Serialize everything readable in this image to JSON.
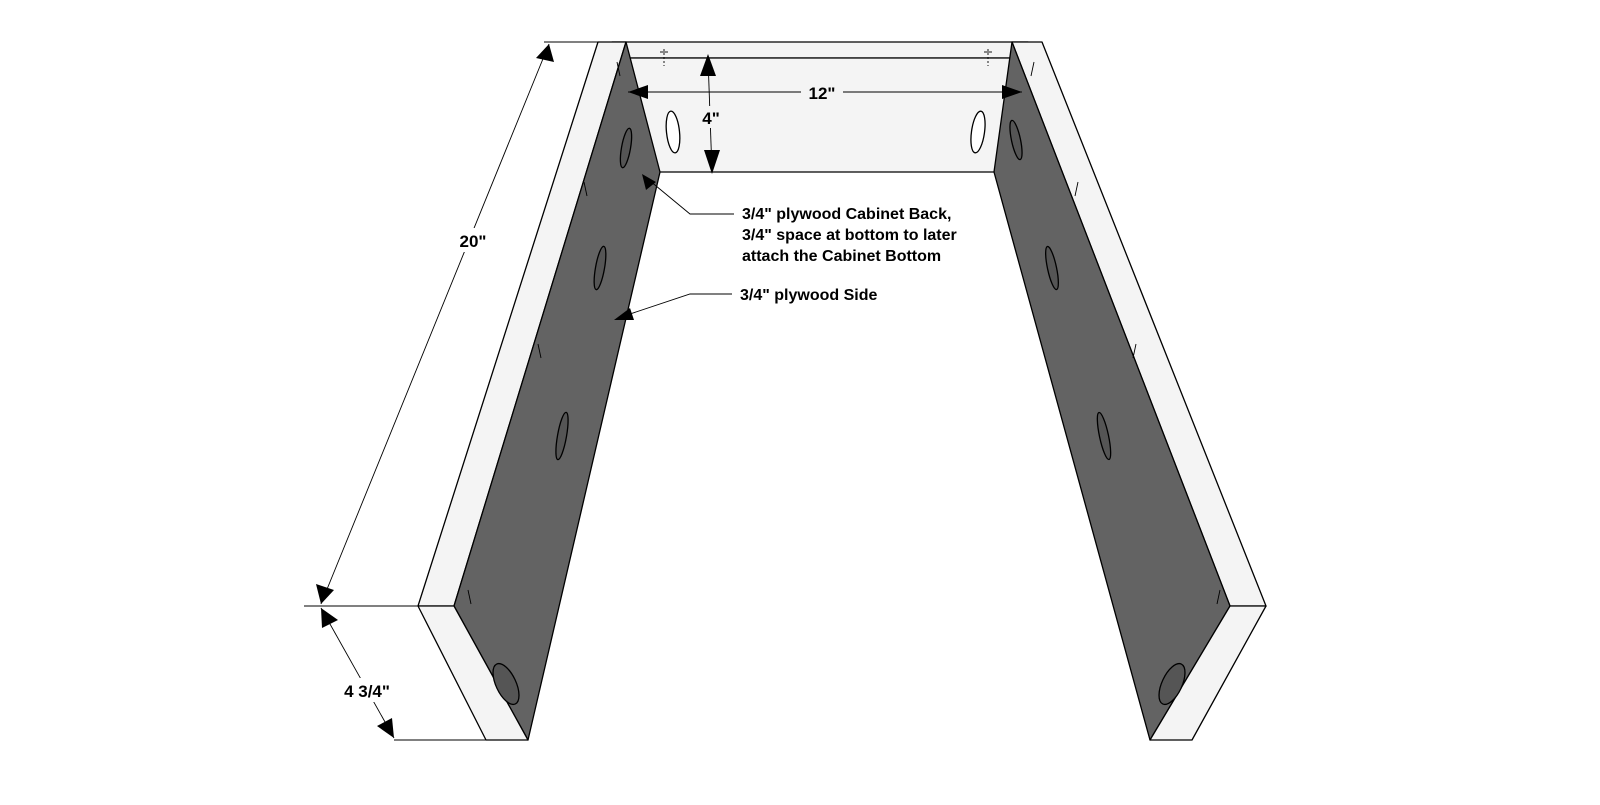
{
  "dimensions": {
    "length": "20\"",
    "depth": "4 3/4\"",
    "back_width": "12\"",
    "back_height": "4\""
  },
  "callouts": {
    "back_line1": "3/4\" plywood Cabinet Back,",
    "back_line2": "3/4\" space at bottom to later",
    "back_line3": "attach the Cabinet Bottom",
    "side": "3/4\" plywood Side"
  },
  "colors": {
    "panel_face": "#f4f4f4",
    "panel_inner": "#636363",
    "line": "#000000"
  }
}
